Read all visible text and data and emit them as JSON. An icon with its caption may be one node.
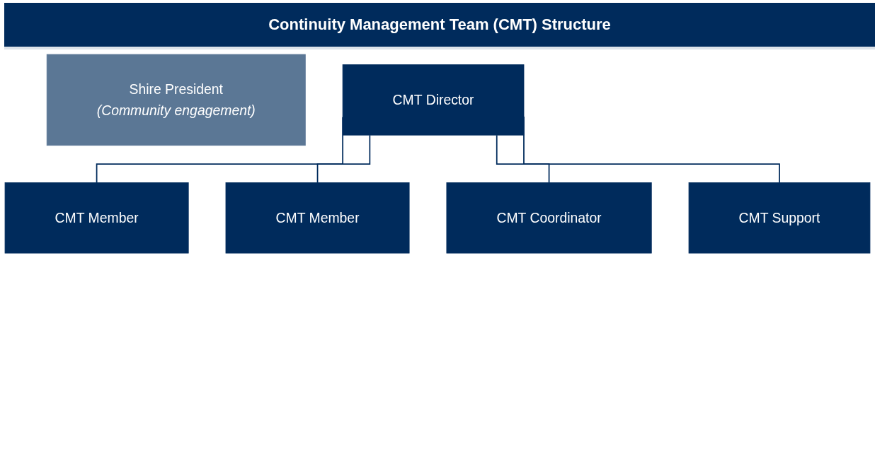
{
  "diagram": {
    "title": "Continuity Management Team (CMT) Structure",
    "nodes": [
      {
        "text": [
          "Shire President",
          "(Community engagement)"
        ]
      },
      {
        "text": [
          "CMT Director"
        ]
      },
      {
        "text": [
          "CMT Member"
        ]
      },
      {
        "text": [
          "CMT Member"
        ]
      },
      {
        "text": [
          "CMT Coordinator"
        ]
      },
      {
        "text": [
          "CMT Support"
        ]
      }
    ],
    "edges": [
      {
        "from": 1,
        "to": 2,
        "arrow": "none"
      },
      {
        "from": 1,
        "to": 3,
        "arrow": "none"
      },
      {
        "from": 1,
        "to": 4,
        "arrow": "none"
      },
      {
        "from": 1,
        "to": 5,
        "arrow": "none"
      }
    ]
  }
}
